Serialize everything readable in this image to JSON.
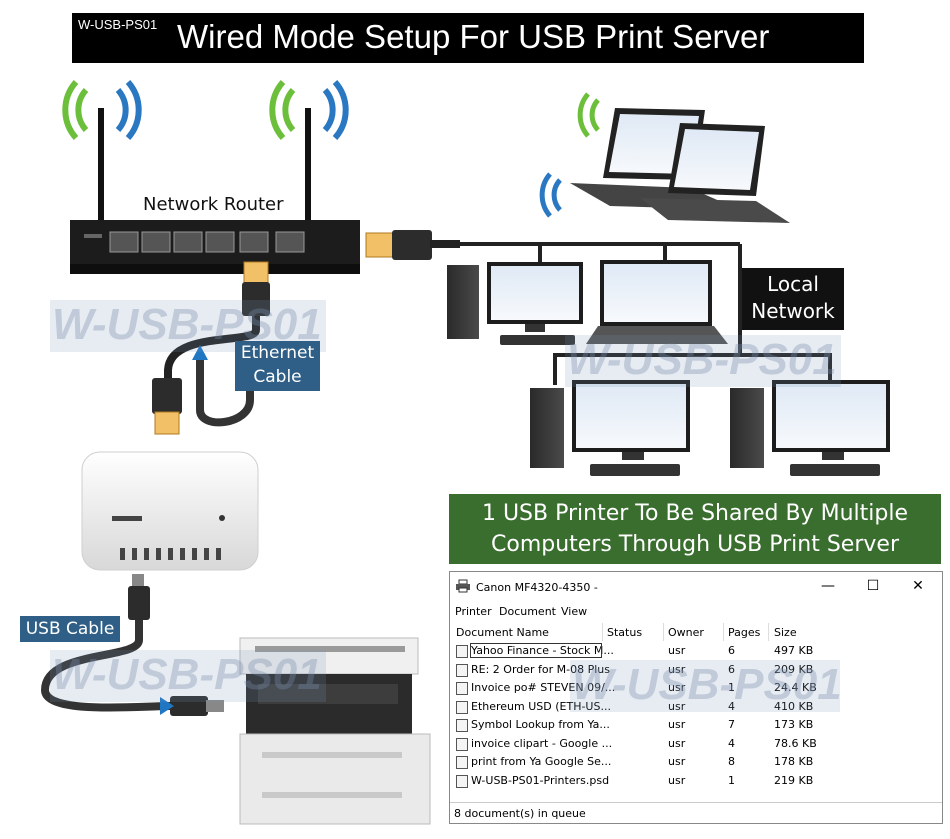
{
  "title": {
    "tag": "W-USB-PS01",
    "text": "Wired Mode Setup For USB Print Server"
  },
  "labels": {
    "router": "Network Router",
    "ethernet_line1": "Ethernet",
    "ethernet_line2": "Cable",
    "local_line1": "Local",
    "local_line2": "Network",
    "usb_cable": "USB Cable",
    "share_line1": "1 USB Printer To Be Shared By Multiple",
    "share_line2": "Computers Through USB Print Server"
  },
  "watermarks": [
    "W-USB-PS01",
    "W-USB-PS01",
    "W-USB-PS01",
    "W-USB-PS01"
  ],
  "colors": {
    "wifi_green": "#6cbf3a",
    "wifi_blue": "#2a78c2",
    "label_blue": "#2f5f86",
    "banner_green": "#3a6e2f"
  },
  "print_window": {
    "title": "Canon MF4320-4350  -",
    "controls": [
      "—",
      "☐",
      "✕"
    ],
    "menu": [
      "Printer",
      "Document",
      "View"
    ],
    "columns": [
      "Document Name",
      "Status",
      "Owner",
      "Pages",
      "Size"
    ],
    "rows": [
      {
        "name": "Yahoo Finance - Stock M...",
        "status": "",
        "owner": "usr",
        "pages": "6",
        "size": "497 KB"
      },
      {
        "name": "RE: 2 Order for M-08 Plus",
        "status": "",
        "owner": "usr",
        "pages": "6",
        "size": "209 KB"
      },
      {
        "name": "Invoice po# STEVEN 09/...",
        "status": "",
        "owner": "usr",
        "pages": "1",
        "size": "24.4 KB"
      },
      {
        "name": "Ethereum USD (ETH-US...",
        "status": "",
        "owner": "usr",
        "pages": "4",
        "size": "410 KB"
      },
      {
        "name": "Symbol Lookup from Ya...",
        "status": "",
        "owner": "usr",
        "pages": "7",
        "size": "173 KB"
      },
      {
        "name": "invoice clipart - Google ...",
        "status": "",
        "owner": "usr",
        "pages": "4",
        "size": "78.6 KB"
      },
      {
        "name": "print from Ya Google Se...",
        "status": "",
        "owner": "usr",
        "pages": "8",
        "size": "178 KB"
      },
      {
        "name": "W-USB-PS01-Printers.psd",
        "status": "",
        "owner": "usr",
        "pages": "1",
        "size": "219 KB"
      }
    ],
    "status": "8 document(s) in queue"
  }
}
